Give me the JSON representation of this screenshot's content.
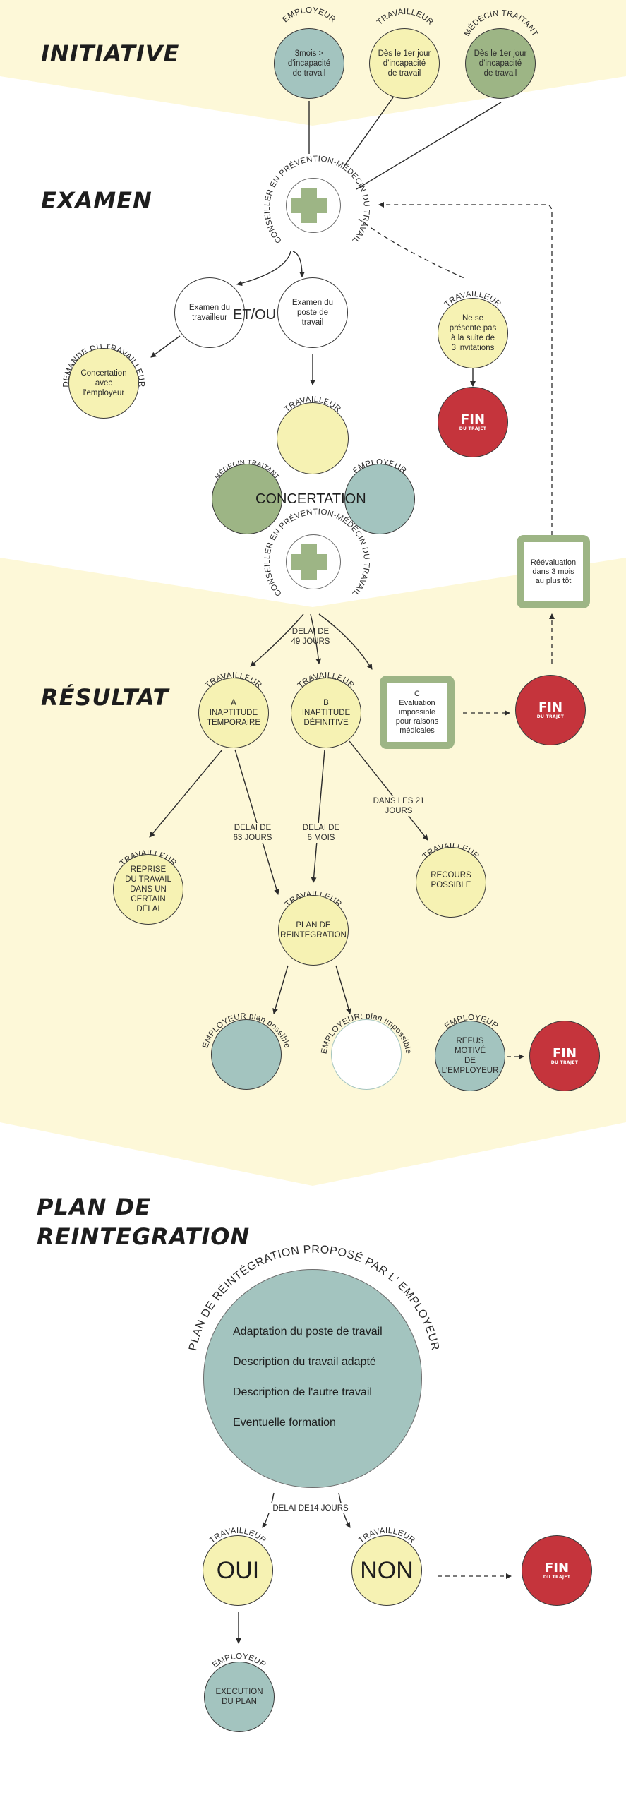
{
  "sections": {
    "initiative": "INITIATIVE",
    "examen": "EXAMEN",
    "resultat": "RÉSULTAT",
    "plan_line1": "PLAN DE",
    "plan_line2": "REINTEGRATION"
  },
  "roles": {
    "employeur": "EMPLOYEUR",
    "travailleur": "TRAVAILLEUR",
    "medecin_traitant": "MÉDECIN TRAITANT",
    "demande_travailleur": "DEMANDE DU TRAVAILLEUR",
    "conseiller": "CONSEILLER EN PRÉVENTION-MÉDECIN DU TRAVAIL",
    "employeur_plan_possible": "EMPLOYEUR plan possible",
    "employeur_plan_impossible": "EMPLOYEUR: plan impossible",
    "plan_propose": "PLAN DE RÉINTÉGRATION PROPOSÉ PAR L' EMPLOYEUR"
  },
  "initiative": {
    "employeur_text": "3mois >\nd'incapacité\nde travail",
    "travailleur_text": "Dès le 1er jour\nd'incapacité\nde travail",
    "medecin_text": "Dès le 1er jour\nd'incapacité\nde travail"
  },
  "examen": {
    "exam_travailleur": "Examen du\ntravailleur",
    "et_ou": "ET/OU",
    "exam_poste": "Examen du\nposte de\ntravail",
    "concertation_employeur": "Concertation\navec\nl'employeur",
    "no_show": "Ne se\nprésente pas\nà la suite de\n3 invitations",
    "concertation": "CONCERTATION"
  },
  "fin": {
    "main": "FIN",
    "sub": "DU TRAJET"
  },
  "resultat": {
    "delai_49": "DELAI DE\n49 JOURS",
    "a_text": "A\nINAPTITUDE\nTEMPORAIRE",
    "b_text": "B\nINAPTITUDE\nDÉFINITIVE",
    "c_text": "C\nEvaluation\nimpossible\npour raisons\nmédicales",
    "reevaluation": "Réévaluation\ndans 3 mois\nau plus tôt",
    "delai_63": "DELAI DE\n63 JOURS",
    "delai_6mois": "DELAI DE\n6 MOIS",
    "dans_21": "DANS LES 21\nJOURS",
    "reprise": "REPRISE\nDU TRAVAIL\nDANS UN\nCERTAIN\nDÉLAI",
    "recours": "RECOURS\nPOSSIBLE",
    "plan_reintegration": "PLAN DE\nREINTEGRATION",
    "refus": "REFUS MOTIVÉ\nDE\nL'EMPLOYEUR"
  },
  "plan": {
    "items": [
      "Adaptation du poste de travail",
      "Description du travail adapté",
      "Description de l'autre travail",
      "Eventuelle formation"
    ],
    "delai_14": "DELAI DE14 JOURS",
    "oui": "OUI",
    "non": "NON",
    "execution": "EXECUTION\nDU PLAN"
  },
  "colors": {
    "band_yellow": "#fdf8d8",
    "node_yellow": "#f6f2b3",
    "teal": "#a3c4bf",
    "green": "#9db585",
    "red": "#c5343c"
  }
}
